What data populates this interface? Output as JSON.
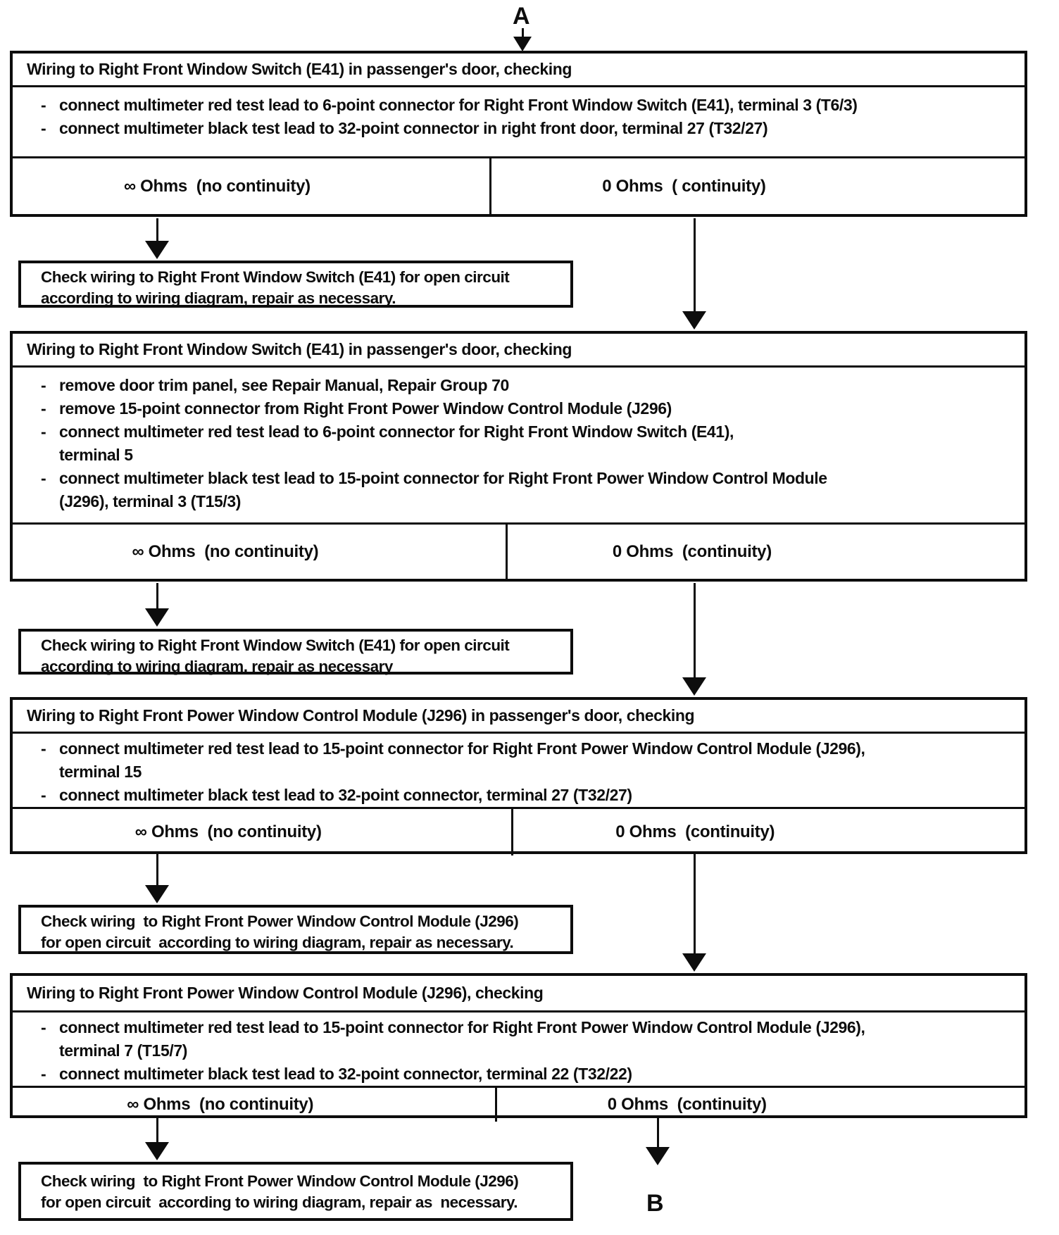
{
  "connectors": {
    "top": "A",
    "bottom": "B"
  },
  "colors": {
    "ink": "#0d0d0d",
    "paper": "#ffffff"
  },
  "boxes": [
    {
      "title": "Wiring to Right Front Window Switch (E41) in passenger's door, checking",
      "steps": [
        {
          "dash": "-",
          "text": "connect multimeter red test lead to 6-point connector for Right Front Window Switch (E41), terminal 3 (T6/3)"
        },
        {
          "dash": "-",
          "text": "connect multimeter black test lead to 32-point connector in right front door, terminal 27 (T32/27)"
        }
      ],
      "outcome_left": "∞ Ohms  (no continuity)",
      "outcome_right": "0 Ohms  ( continuity)"
    },
    {
      "title": "Wiring to Right Front Window Switch (E41) in passenger's door, checking",
      "steps": [
        {
          "dash": "-",
          "text": "remove door trim panel, see Repair Manual, Repair Group 70"
        },
        {
          "dash": "-",
          "text": "remove 15-point connector from Right Front Power Window Control Module (J296)"
        },
        {
          "dash": "-",
          "text": "connect multimeter red test lead to 6-point connector for Right Front Window Switch (E41),"
        },
        {
          "dash": "",
          "text": "terminal 5"
        },
        {
          "dash": "-",
          "text": "connect multimeter black test lead to 15-point connector for Right Front Power Window Control Module"
        },
        {
          "dash": "",
          "text": "(J296), terminal 3 (T15/3)"
        }
      ],
      "outcome_left": "∞ Ohms  (no continuity)",
      "outcome_right": "0 Ohms  (continuity)"
    },
    {
      "title": "Wiring to Right Front Power Window Control Module (J296) in passenger's door, checking",
      "steps": [
        {
          "dash": "-",
          "text": "connect multimeter red test lead to 15-point connector for Right Front Power Window Control Module (J296),"
        },
        {
          "dash": "",
          "text": "terminal 15"
        },
        {
          "dash": "-",
          "text": "connect multimeter black test lead to 32-point connector, terminal 27 (T32/27)"
        }
      ],
      "outcome_left": "∞ Ohms  (no continuity)",
      "outcome_right": "0 Ohms  (continuity)"
    },
    {
      "title": "Wiring to Right Front Power Window Control Module (J296), checking",
      "steps": [
        {
          "dash": "-",
          "text": "connect multimeter red test lead to 15-point connector for Right Front Power Window Control Module (J296),"
        },
        {
          "dash": "",
          "text": "terminal 7 (T15/7)"
        },
        {
          "dash": "-",
          "text": "connect multimeter black test lead to 32-point connector, terminal 22 (T32/22)"
        }
      ],
      "outcome_left": "∞ Ohms  (no continuity)",
      "outcome_right": "0 Ohms  (continuity)"
    }
  ],
  "check_boxes": [
    {
      "line1": "Check wiring to Right Front Window Switch (E41) for open circuit",
      "line2": "according to wiring diagram, repair as necessary."
    },
    {
      "line1": "Check wiring to Right Front Window Switch (E41) for open circuit",
      "line2": "according to wiring diagram, repair as necessary"
    },
    {
      "line1": "Check wiring  to Right Front Power Window Control Module (J296)",
      "line2": "for open circuit  according to wiring diagram, repair as necessary."
    },
    {
      "line1": "Check wiring  to Right Front Power Window Control Module (J296)",
      "line2": "for open circuit  according to wiring diagram, repair as  necessary."
    }
  ]
}
